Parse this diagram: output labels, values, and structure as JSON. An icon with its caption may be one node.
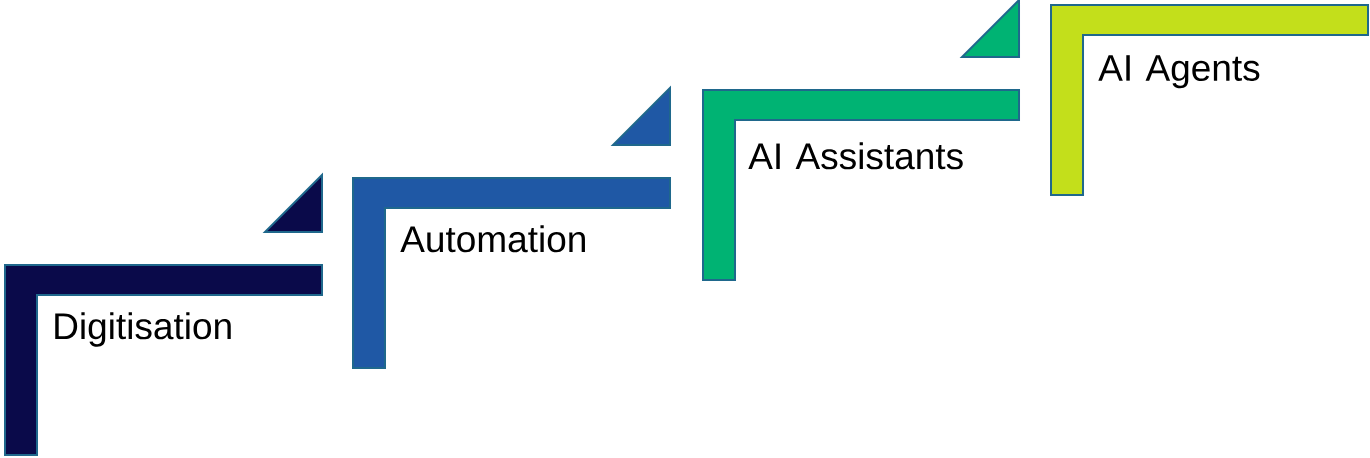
{
  "diagram": {
    "nodes": [
      {
        "text": [
          "Digitisation"
        ]
      },
      {
        "text": [
          "Automation"
        ]
      },
      {
        "text": [
          "AI Assistants"
        ]
      },
      {
        "text": [
          "AI Agents"
        ]
      }
    ]
  }
}
